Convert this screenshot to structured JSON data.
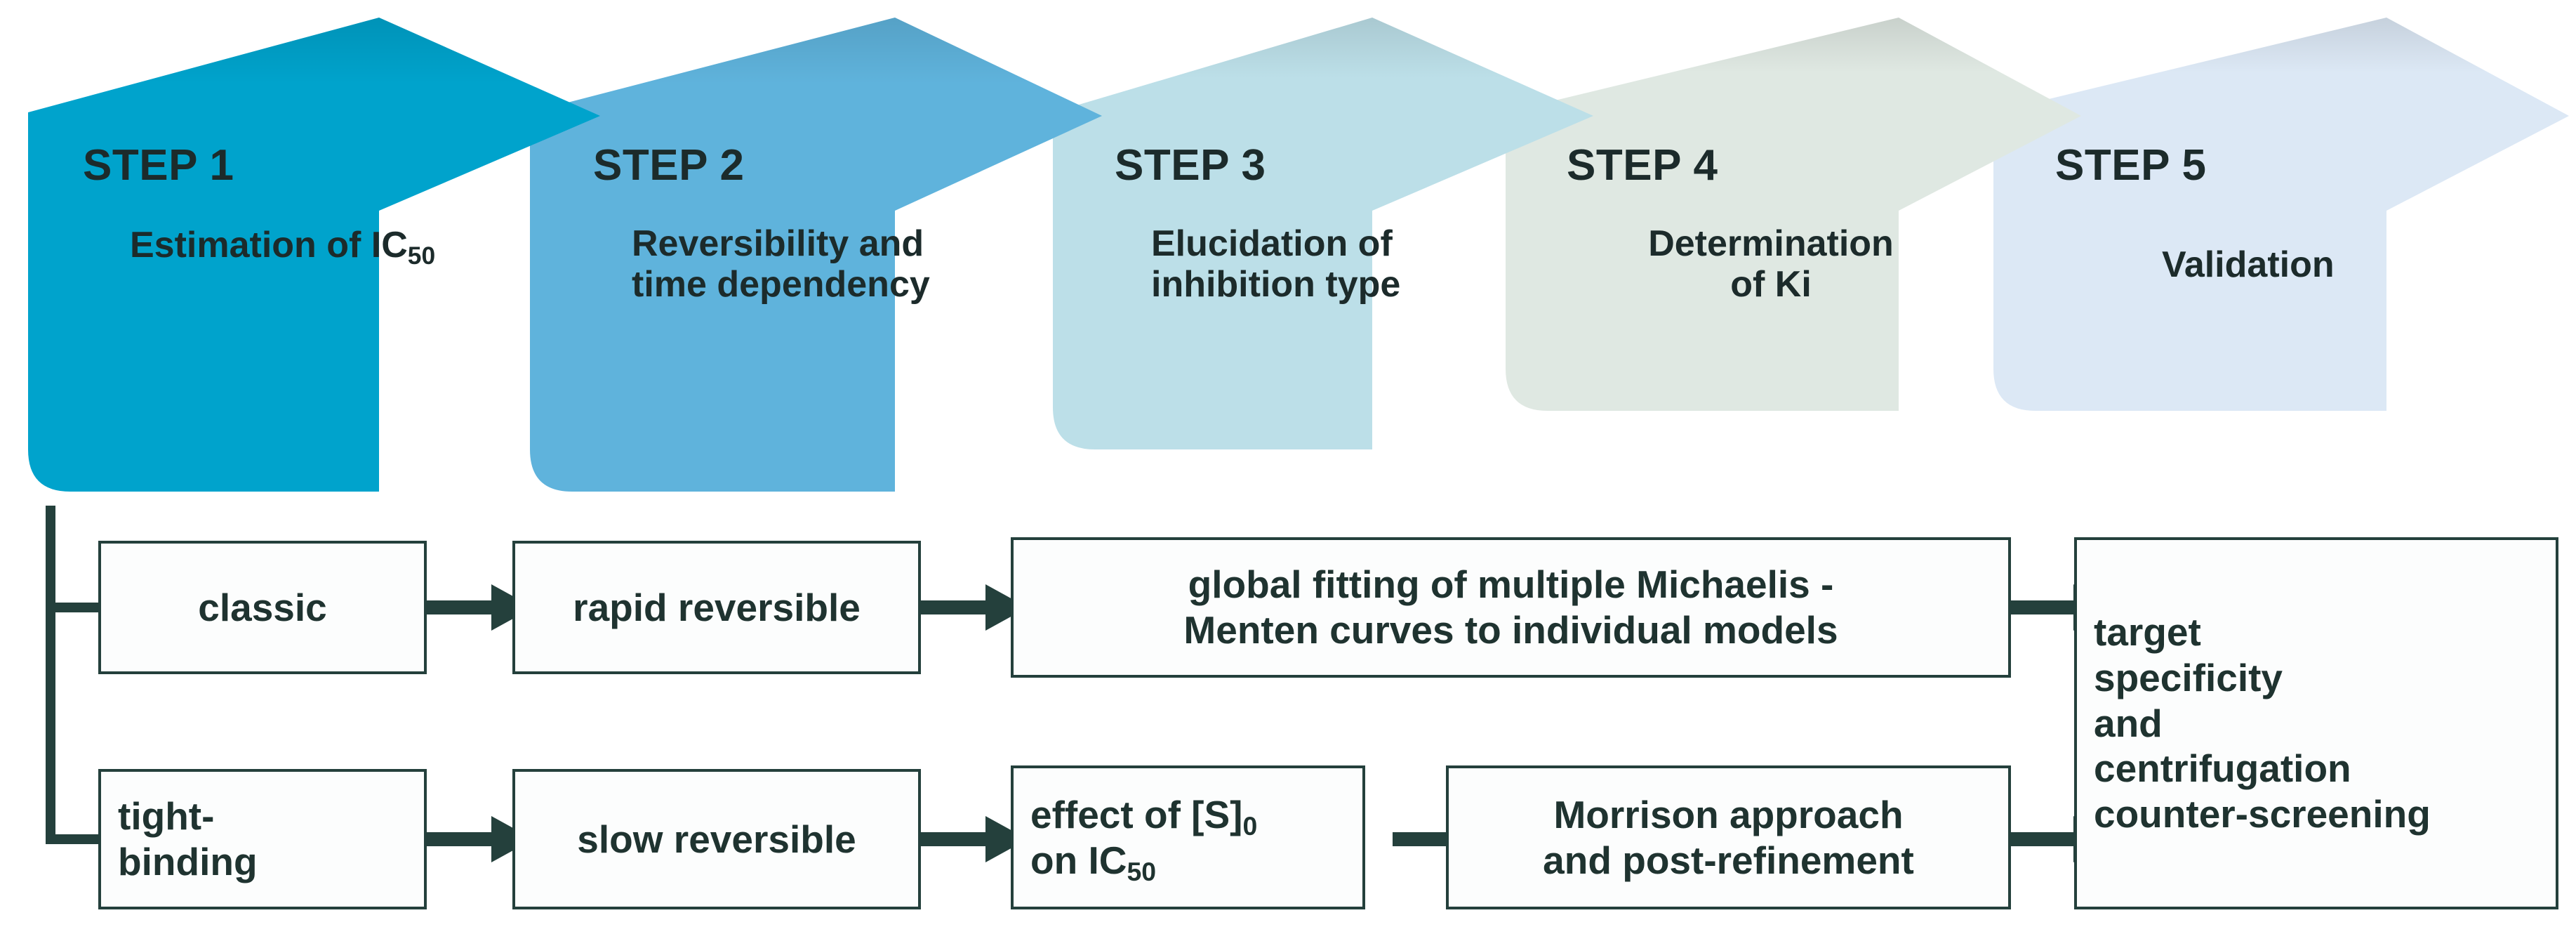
{
  "diagram": {
    "title": "Five-step enzyme inhibitor characterization workflow",
    "steps": [
      {
        "label": "STEP 1",
        "subtitle": "Estimation of IC50",
        "subtitle_base": "Estimation of IC",
        "subtitle_sub": "50",
        "color": "#00A3CC"
      },
      {
        "label": "STEP 2",
        "subtitle": "Reversibility and time dependency",
        "lines": [
          "Reversibility and",
          "time dependency"
        ],
        "color": "#5FB3DC"
      },
      {
        "label": "STEP 3",
        "subtitle": "Elucidation of inhibition type",
        "lines": [
          "Elucidation of",
          "inhibition type"
        ],
        "color": "#BCDFE8"
      },
      {
        "label": "STEP 4",
        "subtitle": "Determination of Ki",
        "lines": [
          "Determination",
          "of Ki"
        ],
        "color": "#DFE8E2"
      },
      {
        "label": "STEP 5",
        "subtitle": "Validation",
        "lines": [
          "Validation"
        ],
        "color": "#DCE8F5"
      }
    ],
    "boxes": {
      "classic": "classic",
      "tight_binding_line1": "tight-",
      "tight_binding_line2": "binding",
      "rapid_reversible": "rapid reversible",
      "slow_reversible": "slow reversible",
      "global_fitting_line1": "global fitting of multiple Michaelis -",
      "global_fitting_line2": "Menten curves to individual models",
      "effect_s0_line1_base": "effect of [S]",
      "effect_s0_line1_sub": "0",
      "effect_s0_line2_base": "on IC",
      "effect_s0_line2_sub": "50",
      "morrison_line1": "Morrison approach",
      "morrison_line2": "and post-refinement",
      "validation_line1": "target",
      "validation_line2": "specificity",
      "validation_line3": "and",
      "validation_line4": "centrifugation",
      "validation_line5": "counter-screening"
    },
    "colors": {
      "step1": "#00A3CC",
      "step2": "#5FB3DC",
      "step3": "#BCDFE8",
      "step4": "#DFE8E2",
      "step5": "#DCE8F5",
      "line": "#24403c",
      "box_fill": "#fcfdfd",
      "text": "#1f3330",
      "background": "#ffffff"
    }
  }
}
